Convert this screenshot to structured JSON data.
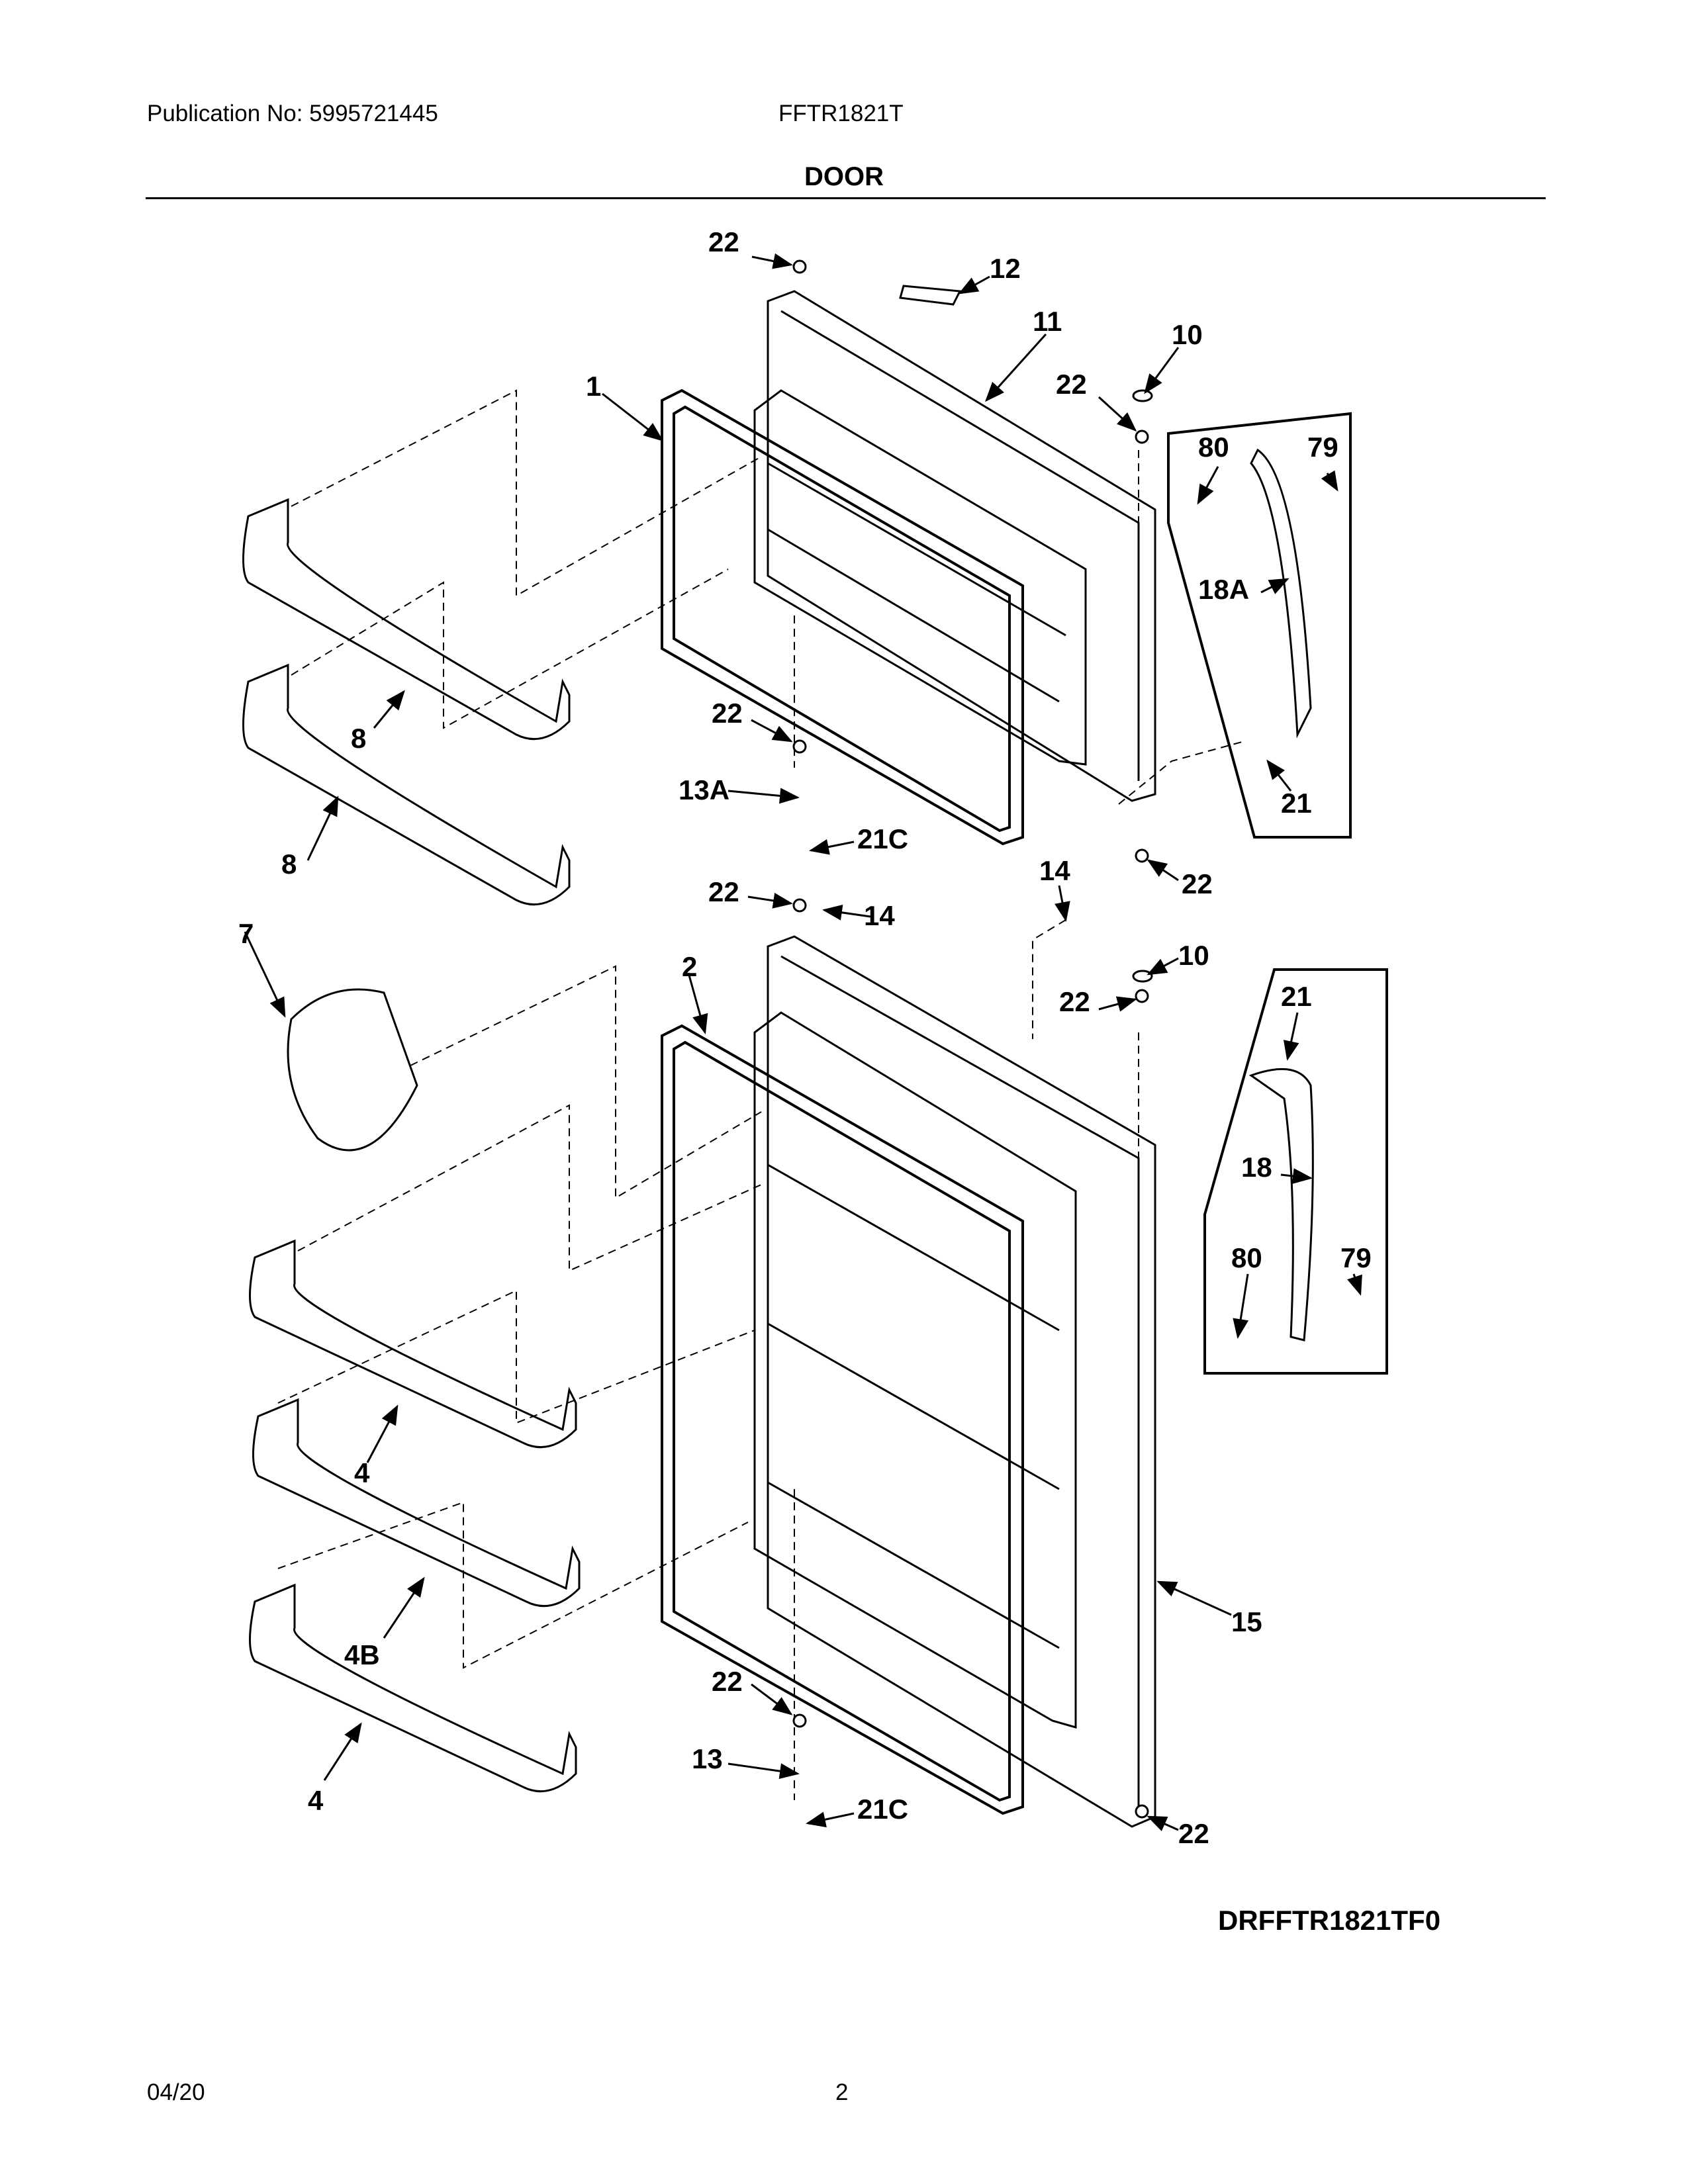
{
  "header": {
    "publication": "Publication No: 5995721445",
    "model": "FFTR1821T",
    "title": "DOOR"
  },
  "callouts": [
    "22",
    "12",
    "11",
    "10",
    "1",
    "22",
    "80",
    "79",
    "18A",
    "8",
    "22",
    "8",
    "13A",
    "21C",
    "21",
    "22",
    "22",
    "14",
    "14",
    "7",
    "2",
    "10",
    "22",
    "21",
    "18",
    "80",
    "79",
    "4",
    "4B",
    "15",
    "22",
    "13",
    "21C",
    "4",
    "22"
  ],
  "drawing_code": "DRFFTR1821TF0",
  "footer": {
    "date": "04/20",
    "page": "2"
  }
}
